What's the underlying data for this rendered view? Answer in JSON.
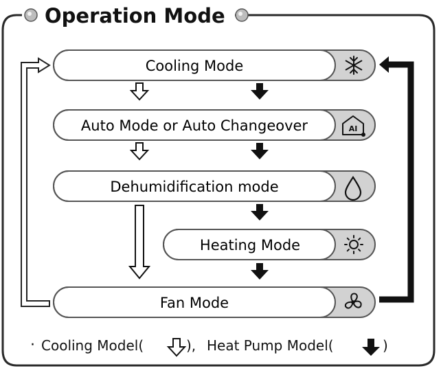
{
  "title": "Operation Mode",
  "modes": [
    {
      "label": "Cooling Mode",
      "icon": "snowflake-icon"
    },
    {
      "label": "Auto Mode or Auto Changeover",
      "icon": "ai-icon"
    },
    {
      "label": "Dehumidification mode",
      "icon": "water-drop-icon"
    },
    {
      "label": "Heating Mode",
      "icon": "sun-icon"
    },
    {
      "label": "Fan Mode",
      "icon": "fan-icon"
    }
  ],
  "ai_icon_text": "AI",
  "legend": {
    "bullet": "·",
    "cooling_text": "Cooling Model(",
    "sep_text": "),",
    "heatpump_text": "Heat Pump Model(",
    "close_text": ")"
  },
  "colors": {
    "frame": "#2a2a2a",
    "pill_fill": "#ffffff",
    "pill_stroke": "#555555",
    "icon_cap": "#d2d2d2",
    "arrow_dark": "#111111"
  }
}
